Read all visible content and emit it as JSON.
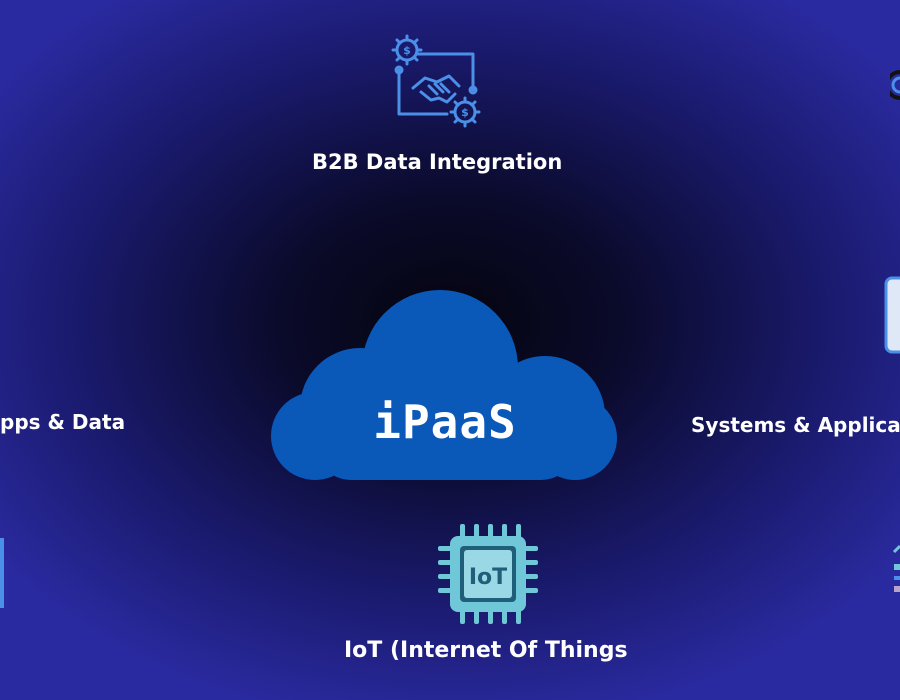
{
  "center": {
    "label": "iPaaS"
  },
  "nodes": {
    "b2b": {
      "label": "B2B Data Integration",
      "icon": "handshake-gears-icon"
    },
    "apps_data": {
      "label": "pps & Data"
    },
    "systems": {
      "label": "Systems & Applicat"
    },
    "iot": {
      "label": "IoT (Internet Of Things",
      "icon_text": "IoT",
      "icon": "iot-chip-icon"
    }
  },
  "colors": {
    "cloud": "#0a58b8",
    "icon_blue": "#4a90e8",
    "chip": "#6fc7d8",
    "chip_screen": "#9ad8e6",
    "background_edge": "#2a2aa0",
    "background_center": "#05050f"
  }
}
